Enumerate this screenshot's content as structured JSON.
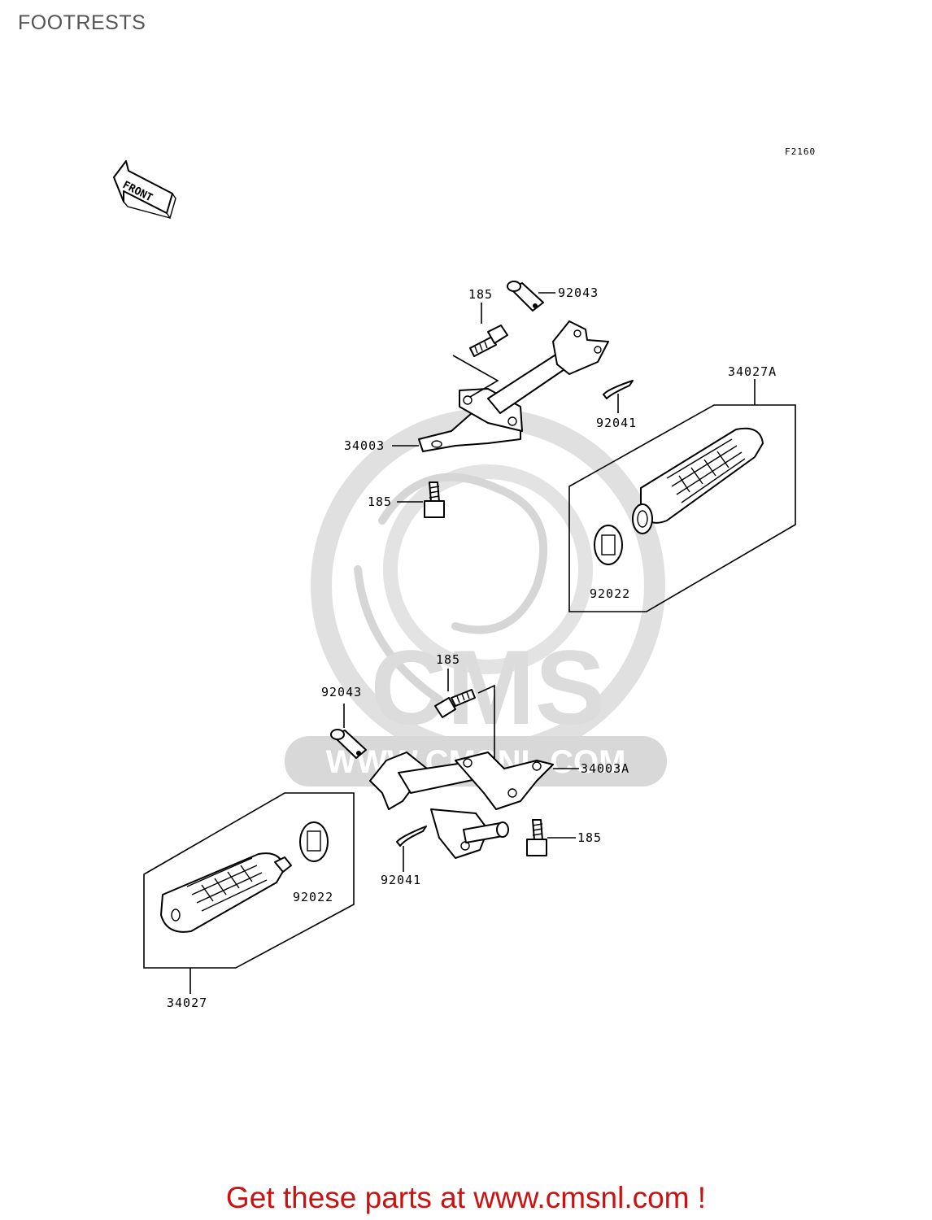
{
  "title": "FOOTRESTS",
  "figure_code": "F2160",
  "front_arrow_label": "FRONT",
  "watermark": {
    "brand": "CMS",
    "site": "WWW.CMSNL.COM"
  },
  "callouts": {
    "c185_top": "185",
    "c92043_top": "92043",
    "c34027A": "34027A",
    "c92041_top": "92041",
    "c34003": "34003",
    "c185_mid": "185",
    "c92022_right": "92022",
    "c185_lower": "185",
    "c92043_lower": "92043",
    "c34003A": "34003A",
    "c185_right": "185",
    "c92041_lower": "92041",
    "c92022_left": "92022",
    "c34027": "34027"
  },
  "footer": "Get these parts at www.cmsnl.com !"
}
